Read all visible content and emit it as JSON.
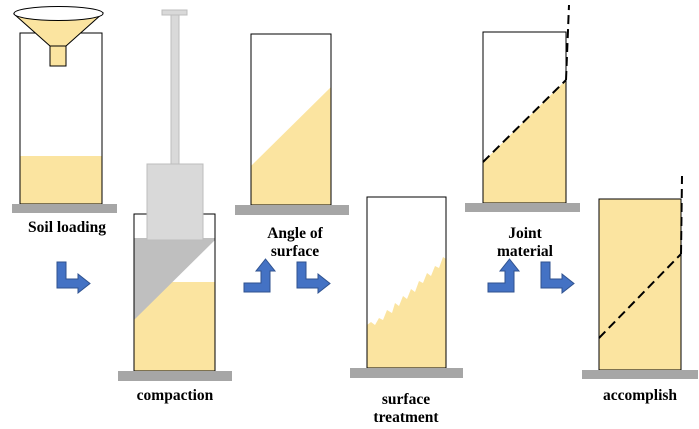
{
  "steps": {
    "soil_loading": "Soil loading",
    "compaction": "compaction",
    "angle_line1": "Angle of",
    "angle_line2": "surface",
    "surface_line1": "surface",
    "surface_line2": "treatment",
    "joint_line1": "Joint",
    "joint_line2": "material",
    "accomplish": "accomplish"
  },
  "colors": {
    "soil": "#fbe4a0",
    "base": "#a6a6a6",
    "arrow": "#4472c4",
    "rammer": "#d9d9d9",
    "wedge": "#bfbfbf",
    "outline": "#000000"
  },
  "icons": {
    "arrow": "elbow-arrow-icon",
    "funnel": "funnel-icon",
    "rammer": "compaction-rammer-icon"
  }
}
